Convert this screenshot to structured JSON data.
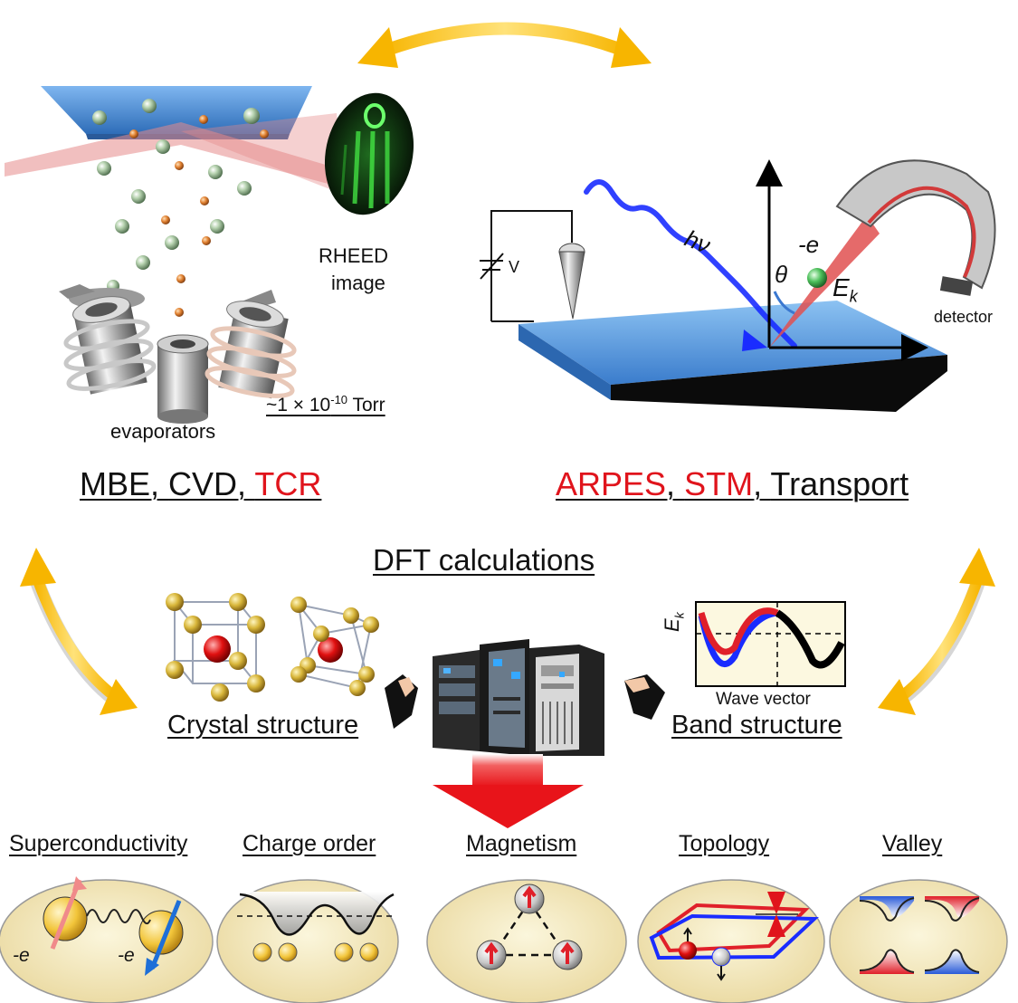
{
  "growth": {
    "rheed_line1": "RHEED",
    "rheed_line2": "image",
    "evaporators_label": "evaporators",
    "pressure_prefix": "~1 × 10",
    "pressure_exponent": "-10",
    "pressure_suffix": " Torr",
    "methods": [
      {
        "text": "MBE",
        "highlight": false
      },
      {
        "text": "CVD",
        "highlight": false
      },
      {
        "text": "TCR",
        "highlight": true
      }
    ],
    "separator": ", "
  },
  "measurement": {
    "voltage_label": "V",
    "photon_symbol": "hν",
    "electron_label": "-e",
    "angle_symbol": "θ",
    "energy_symbol": "E",
    "energy_subscript": "k",
    "detector_label": "detector",
    "methods": [
      {
        "text": "ARPES",
        "highlight": true
      },
      {
        "text": "STM",
        "highlight": true
      },
      {
        "text": "Transport",
        "highlight": false
      }
    ]
  },
  "dft": {
    "title": "DFT calculations",
    "crystal_label": "Crystal structure",
    "band_label": "Band structure",
    "band_ylabel": "E",
    "band_ysub": "k",
    "band_xlabel": "Wave vector"
  },
  "properties": [
    {
      "label": "Superconductivity",
      "icon": "cooper-pair-icon"
    },
    {
      "label": "Charge order",
      "icon": "charge-density-wave-icon"
    },
    {
      "label": "Magnetism",
      "icon": "frustrated-spins-icon"
    },
    {
      "label": "Topology",
      "icon": "topological-edge-state-icon"
    },
    {
      "label": "Valley",
      "icon": "valley-dispersion-icon"
    }
  ],
  "electron_charge_label": "-e",
  "colors": {
    "highlight_red": "#e0141c",
    "arrow_yellow": "#f6c21a",
    "substrate_blue": "#4a8fd6",
    "property_oval": "#f5edc4",
    "big_arrow_red": "#e8141a"
  }
}
